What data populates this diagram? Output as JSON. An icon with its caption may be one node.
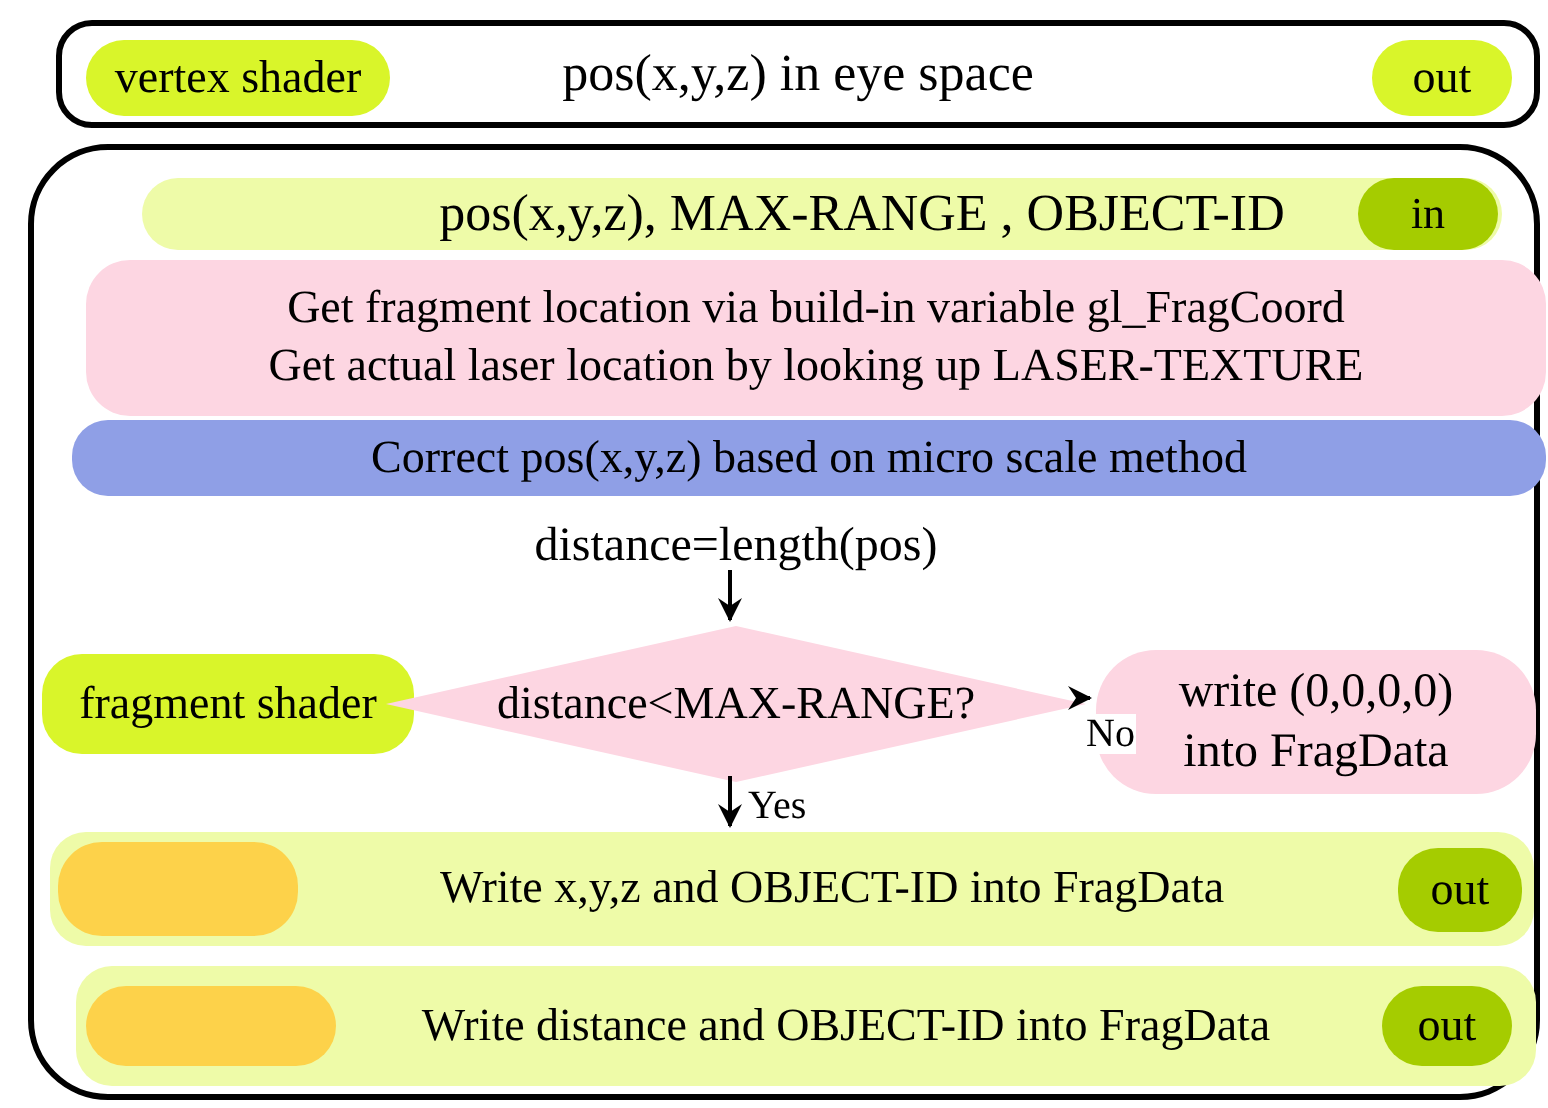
{
  "diagram": {
    "nodes": [
      {
        "text": [
          "pos(x,y,z) in eye space"
        ]
      },
      {
        "text": [
          "vertex shader"
        ],
        "in": 0
      },
      {
        "text": [
          "out"
        ],
        "in": 0
      },
      {
        "text": [],
        "shape": "box"
      },
      {
        "text": [
          "pos(x,y,z), MAX-RANGE , OBJECT-ID"
        ],
        "in": 3
      },
      {
        "text": [
          "in"
        ],
        "in": 4
      },
      {
        "text": [
          "Get fragment location via build-in variable gl_FragCoord",
          "Get actual laser location by looking up LASER-TEXTURE"
        ],
        "in": 3
      },
      {
        "text": [
          "Correct pos(x,y,z) based on micro scale method"
        ],
        "in": 3
      },
      {
        "text": [
          "distance=length(pos)"
        ],
        "in": 3
      },
      {
        "text": [
          "fragment shader"
        ],
        "in": 3
      },
      {
        "text": [
          "distance<MAX-RANGE?"
        ],
        "in": 3
      },
      {
        "text": [
          "write (0,0,0,0) into FragData"
        ],
        "in": 3
      },
      {
        "text": [
          "Write x,y,z and OBJECT-ID into FragData"
        ],
        "in": 3
      },
      {
        "text": [],
        "shape": "box",
        "in": 12
      },
      {
        "text": [
          "out"
        ],
        "in": 12
      },
      {
        "text": [
          "Write distance and OBJECT-ID into FragData"
        ],
        "in": 3
      },
      {
        "text": [],
        "shape": "box",
        "in": 15
      },
      {
        "text": [
          "out"
        ],
        "in": 15
      }
    ],
    "edges": [
      {
        "from": 8,
        "to": 10,
        "arrow": "to"
      },
      {
        "from": 10,
        "to": 11,
        "arrow": "to",
        "label": "No"
      },
      {
        "from": 10,
        "to": 12,
        "arrow": "to",
        "label": "Yes"
      }
    ]
  }
}
